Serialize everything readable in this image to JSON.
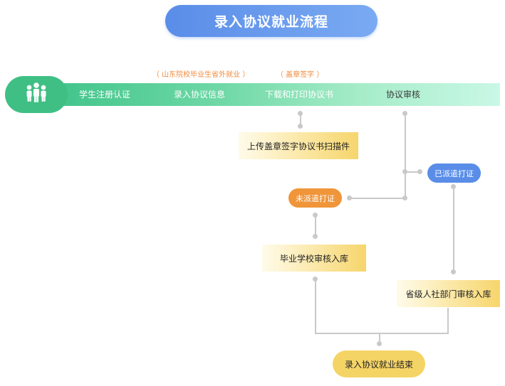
{
  "title": "录入协议就业流程",
  "colors": {
    "title_bg": "#5a8de8",
    "band_start": "#3cc288",
    "band_end": "#c9f8e6",
    "note_text": "#f08a3c",
    "box_fill": "#f6d56c",
    "orange_pill": "#f0953a",
    "blue_pill": "#5a8de8",
    "connector": "#c9c9c9"
  },
  "icon": "people-group-icon",
  "steps": [
    {
      "label": "学生注册认证"
    },
    {
      "label": "录入协议信息",
      "note": "（ 山东院校毕业生省外就业 ）"
    },
    {
      "label": "下载和打印协议书",
      "note": "（ 盖章签字 ）"
    },
    {
      "label": "协议审核"
    }
  ],
  "nodes": {
    "upload": "上传盖章签字协议书扫描件",
    "not_sent": "未派遣打证",
    "sent": "已派遣打证",
    "school_review": "毕业学校审核入库",
    "province_review": "省级人社部门审核入库",
    "end": "录入协议就业结束"
  }
}
